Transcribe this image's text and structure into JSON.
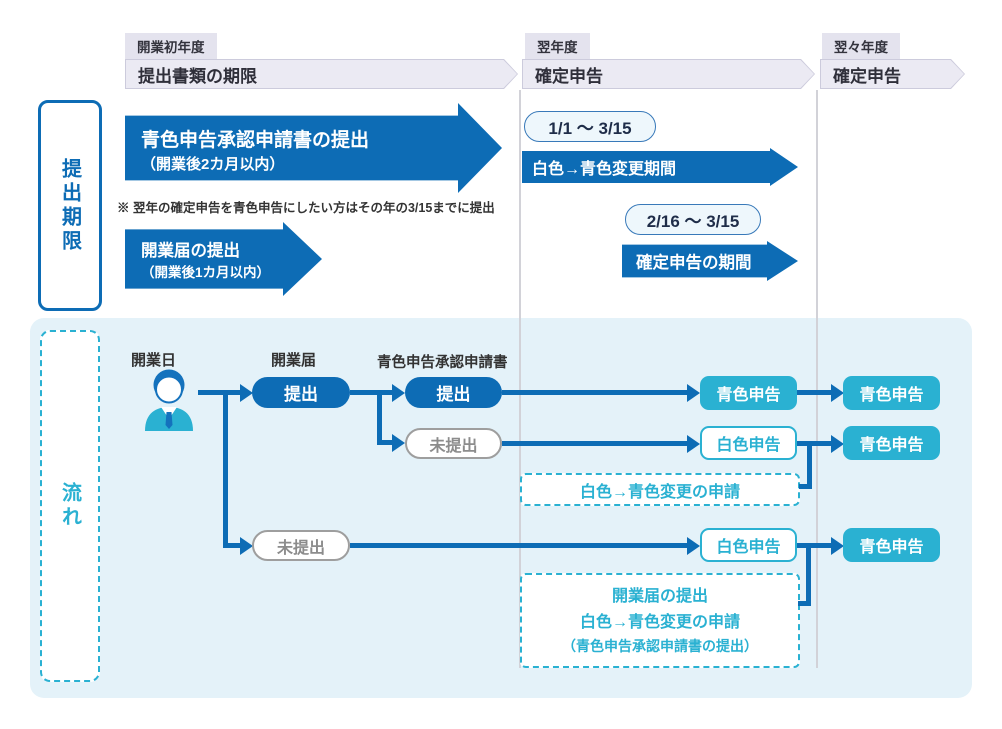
{
  "colors": {
    "primary_blue": "#0d6cb5",
    "cyan": "#2ab1d2",
    "flow_panel_bg": "#e4f2f9",
    "banner_bg": "#ebeaf3",
    "year_tab_bg": "#e4e3ee",
    "divider_gray": "#d2d2d8",
    "gray_pill_border": "#9e9e9e",
    "date_pill_bg": "#eef7fc",
    "dark_text": "#333333"
  },
  "timeline_header": {
    "columns": [
      {
        "year_tab": "開業初年度",
        "banner": "提出書類の期限"
      },
      {
        "year_tab": "翌年度",
        "banner": "確定申告"
      },
      {
        "year_tab": "翌々年度",
        "banner": "確定申告"
      }
    ]
  },
  "deadline_section": {
    "row_label": "提出期限",
    "arrows": [
      {
        "title": "青色申告承認申請書の提出",
        "subtitle": "（開業後2カ月以内）"
      },
      {
        "title": "開業届の提出",
        "subtitle": "（開業後1カ月以内）"
      }
    ],
    "note": "※ 翌年の確定申告を青色申告にしたい方はその年の3/15までに提出",
    "periods": [
      {
        "dates": "1/1 ～ 3/15",
        "label": "白色→青色変更期間"
      },
      {
        "dates": "2/16 ～ 3/15",
        "label": "確定申告の期間"
      }
    ]
  },
  "flow_section": {
    "row_label": "流れ",
    "column_labels": {
      "opening_day": "開業日",
      "opening_notice": "開業届",
      "approval_form": "青色申告承認申請書"
    },
    "opening_notice_pills": {
      "submitted": "提出",
      "not_submitted": "未提出"
    },
    "approval_form_pills": {
      "submitted": "提出",
      "not_submitted": "未提出"
    },
    "flow_rows": [
      {
        "next_year": "青色申告",
        "after_next_year": "青色申告"
      },
      {
        "next_year": "白色申告",
        "after_next_year": "青色申告"
      },
      {
        "next_year": "白色申告",
        "after_next_year": "青色申告"
      }
    ],
    "dashed_notes": [
      {
        "lines": [
          "白色→青色変更の申請"
        ]
      },
      {
        "lines": [
          "開業届の提出",
          "白色→青色変更の申請",
          "（青色申告承認申請書の提出）"
        ]
      }
    ]
  }
}
